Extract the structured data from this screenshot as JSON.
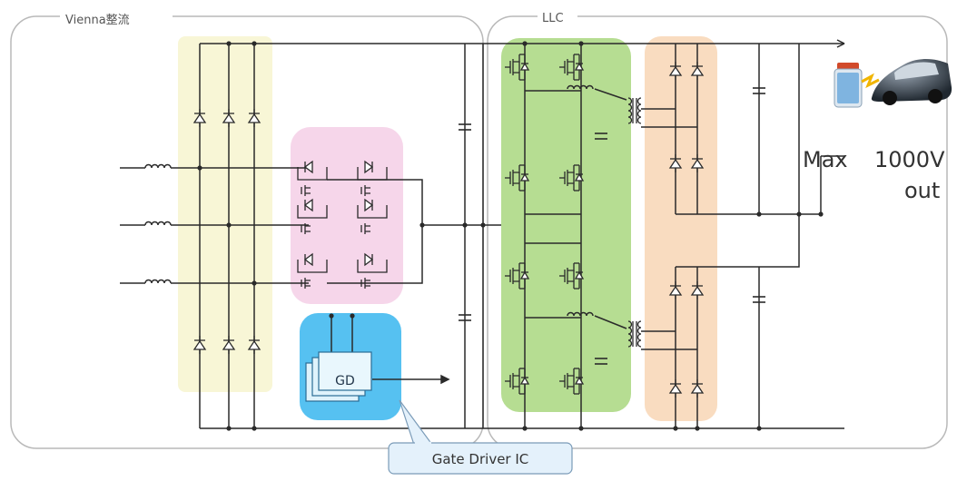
{
  "labels": {
    "vienna": "Vienna整流",
    "llc": "LLC",
    "gd": "GD",
    "gate_driver": "Gate Driver IC",
    "max": "Max",
    "voltage": "1000V",
    "out": "out"
  },
  "colors": {
    "rectifier_band": "#f8f6d6",
    "switch_block": "#f6d6ea",
    "gd_block": "#56c1f1",
    "llc_block": "#b6dd92",
    "output_band": "#f9dcc0",
    "wire": "#2a2a2a",
    "frame": "#b9b9b9"
  },
  "icons": [
    "battery-icon",
    "car-icon",
    "lightning-icon"
  ]
}
